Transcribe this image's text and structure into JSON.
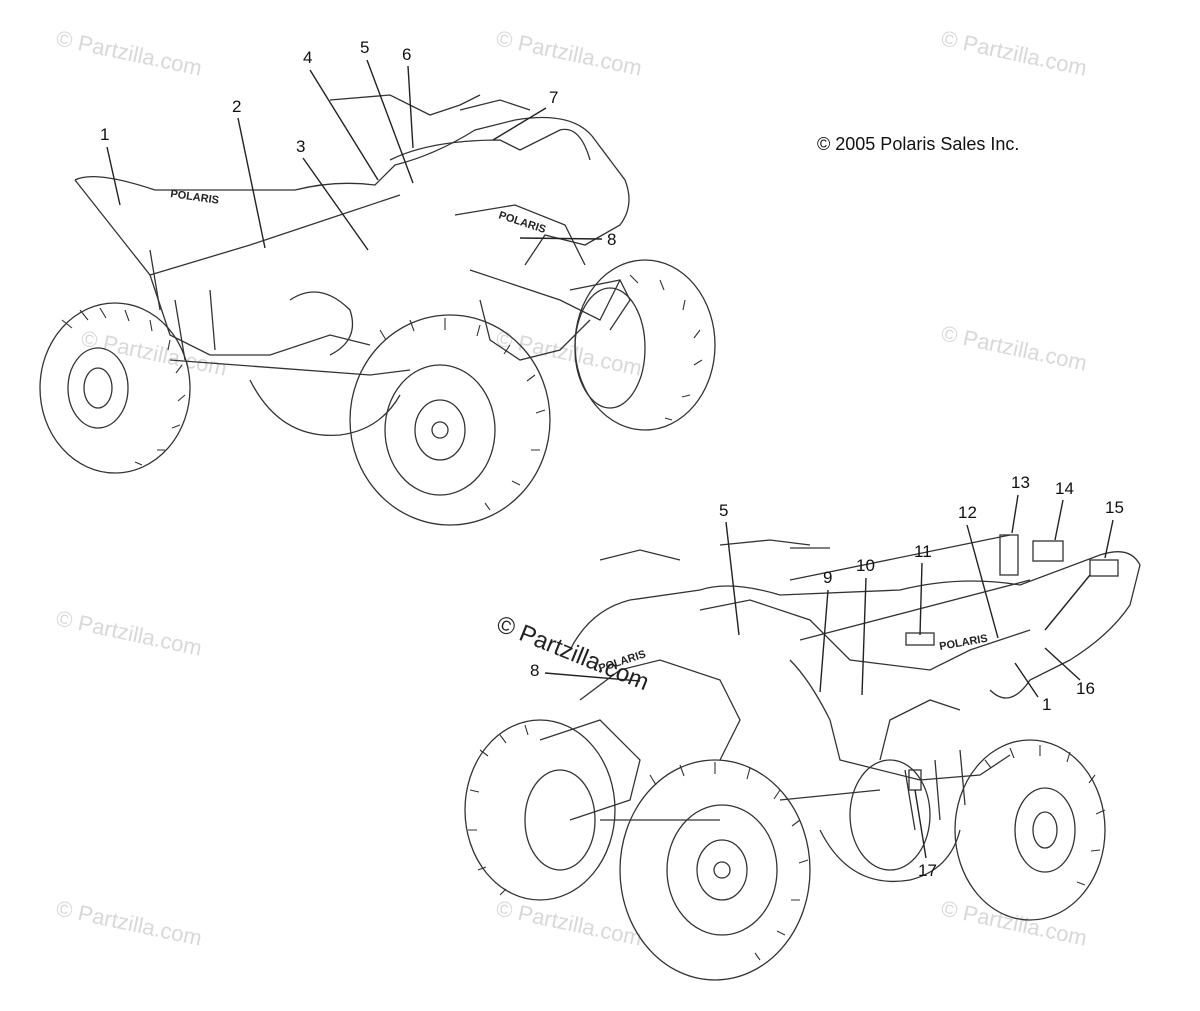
{
  "copyright": "© 2005 Polaris Sales Inc.",
  "watermark_text": "© Partzilla.com",
  "center_watermark_text": "© Partzilla.com",
  "decal_logo_text": "POLARIS",
  "top_view": {
    "callouts": [
      "1",
      "2",
      "3",
      "4",
      "5",
      "6",
      "7",
      "8"
    ]
  },
  "bottom_view": {
    "callouts": [
      "5",
      "8",
      "9",
      "10",
      "11",
      "12",
      "13",
      "14",
      "15",
      "16",
      "1",
      "17"
    ]
  }
}
